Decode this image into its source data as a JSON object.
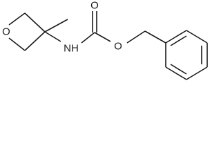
{
  "atoms": {
    "ring_oxygen": "O",
    "amine_nitrogen": "NH",
    "carbonyl_oxygen": "O",
    "ester_oxygen": "O"
  }
}
